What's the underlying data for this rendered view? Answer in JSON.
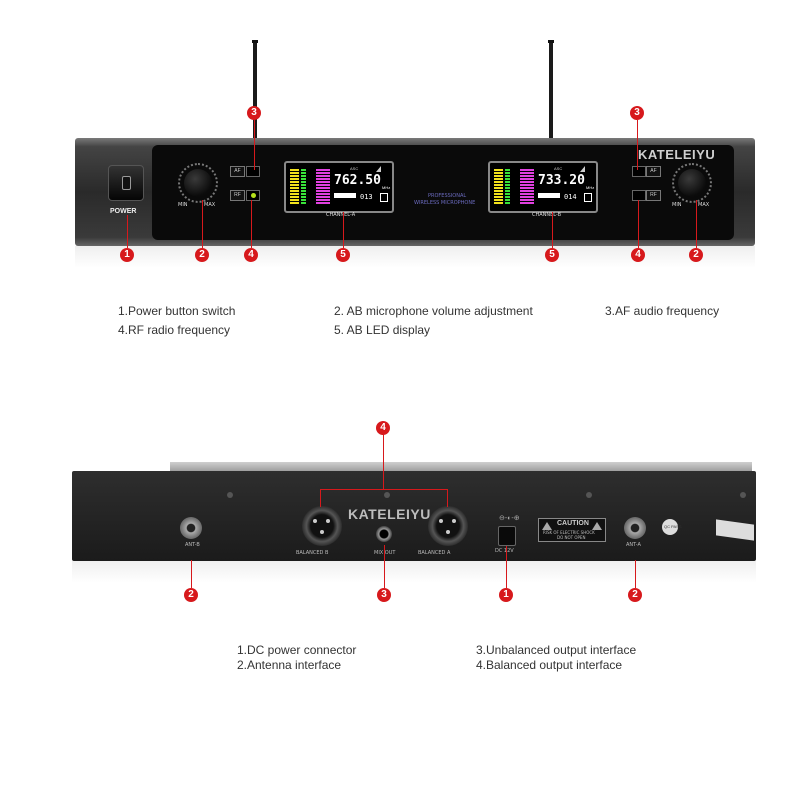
{
  "brand": "KATELEIYU",
  "front_panel": {
    "power_label": "POWER",
    "knob_min": "MIN",
    "knob_max": "MAX",
    "af_badge": "AF",
    "rf_badge": "RF",
    "channel_a_label": "CHANNEL-A",
    "channel_b_label": "CHANNEL-B",
    "center_text_line1": "PROFESSIONAL",
    "center_text_line2": "WIRELESS MICROPHONE",
    "lcd_a": {
      "freq": "762.50",
      "unit": "MHz",
      "asc": "ASC",
      "ch": "013"
    },
    "lcd_b": {
      "freq": "733.20",
      "unit": "MHz",
      "asc": "ASC",
      "ch": "014"
    },
    "callouts": {
      "power": "1",
      "knob_left": "2",
      "af_left": "3",
      "rf_left": "4",
      "lcd_left": "5",
      "lcd_right": "5",
      "af_right": "3",
      "rf_right": "4",
      "knob_right": "2"
    }
  },
  "front_legend": {
    "item1": "1.Power button switch",
    "item2": "2. AB microphone volume adjustment",
    "item3": "3.AF audio frequency",
    "item4": "4.RF radio frequency",
    "item5": "5. AB LED display"
  },
  "rear_panel": {
    "ant_b": "ANT-B",
    "ant_a": "ANT-A",
    "balanced_b": "BALANCED B",
    "balanced_a": "BALANCED A",
    "mix_out": "MIX OUT",
    "dc": "DC 12V",
    "caution_title": "CAUTION",
    "caution_line1": "RISK OF ELECTRIC SHOCK",
    "caution_line2": "DO NOT OPEN",
    "qc_sticker": "QC PASS",
    "callouts": {
      "balanced": "4",
      "ant_b": "2",
      "mix_out": "3",
      "dc": "1",
      "ant_a": "2"
    }
  },
  "rear_legend": {
    "item1": "1.DC power connector",
    "item2": "2.Antenna interface",
    "item3": "3.Unbalanced output interface",
    "item4": "4.Balanced output interface"
  },
  "colors": {
    "callout": "#d7191c",
    "panel": "#2a2a2a",
    "lcd_green": "#39e339",
    "lcd_magenta": "#e040e0",
    "lcd_yellow": "#f2e21c"
  }
}
